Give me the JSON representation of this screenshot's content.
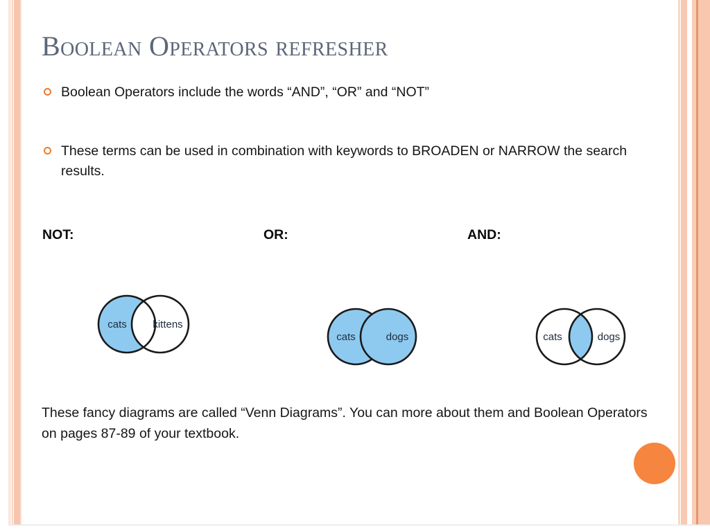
{
  "slide": {
    "title": "Boolean Operators refresher",
    "title_color": "#5b6677",
    "background": "#ffffff",
    "accent_color": "#f5853f",
    "bullet_marker_color": "#ec7c2a",
    "stripe_colors": [
      "#fbe6dc",
      "#f9c4ad",
      "#f8cdb6",
      "#e59670",
      "#f9c7ae"
    ]
  },
  "bullets": [
    {
      "marker": "ring-bullet",
      "text": "Boolean Operators include the words “AND”, “OR” and “NOT”"
    },
    {
      "marker": "ring-bullet",
      "text": "These terms can be used in combination with keywords to BROADEN or NARROW the search results."
    }
  ],
  "operators": [
    {
      "label": "NOT:"
    },
    {
      "label": "OR:"
    },
    {
      "label": "AND:"
    }
  ],
  "diagrams": [
    {
      "operator": "NOT",
      "left_label": "cats",
      "right_label": "kittens",
      "shaded_region": "left-only",
      "fill_color": "#8ecaf0",
      "stroke_color": "#1a1a1a"
    },
    {
      "operator": "OR",
      "left_label": "cats",
      "right_label": "dogs",
      "shaded_region": "both-circles",
      "fill_color": "#8ecaf0",
      "stroke_color": "#1a1a1a"
    },
    {
      "operator": "AND",
      "left_label": "cats",
      "right_label": "dogs",
      "shaded_region": "intersection-only",
      "fill_color": "#8ecaf0",
      "stroke_color": "#1a1a1a"
    }
  ],
  "closing": {
    "text": "These fancy diagrams are called “Venn Diagrams”. You can more about them and Boolean Operators on pages 87-89 of your textbook."
  }
}
